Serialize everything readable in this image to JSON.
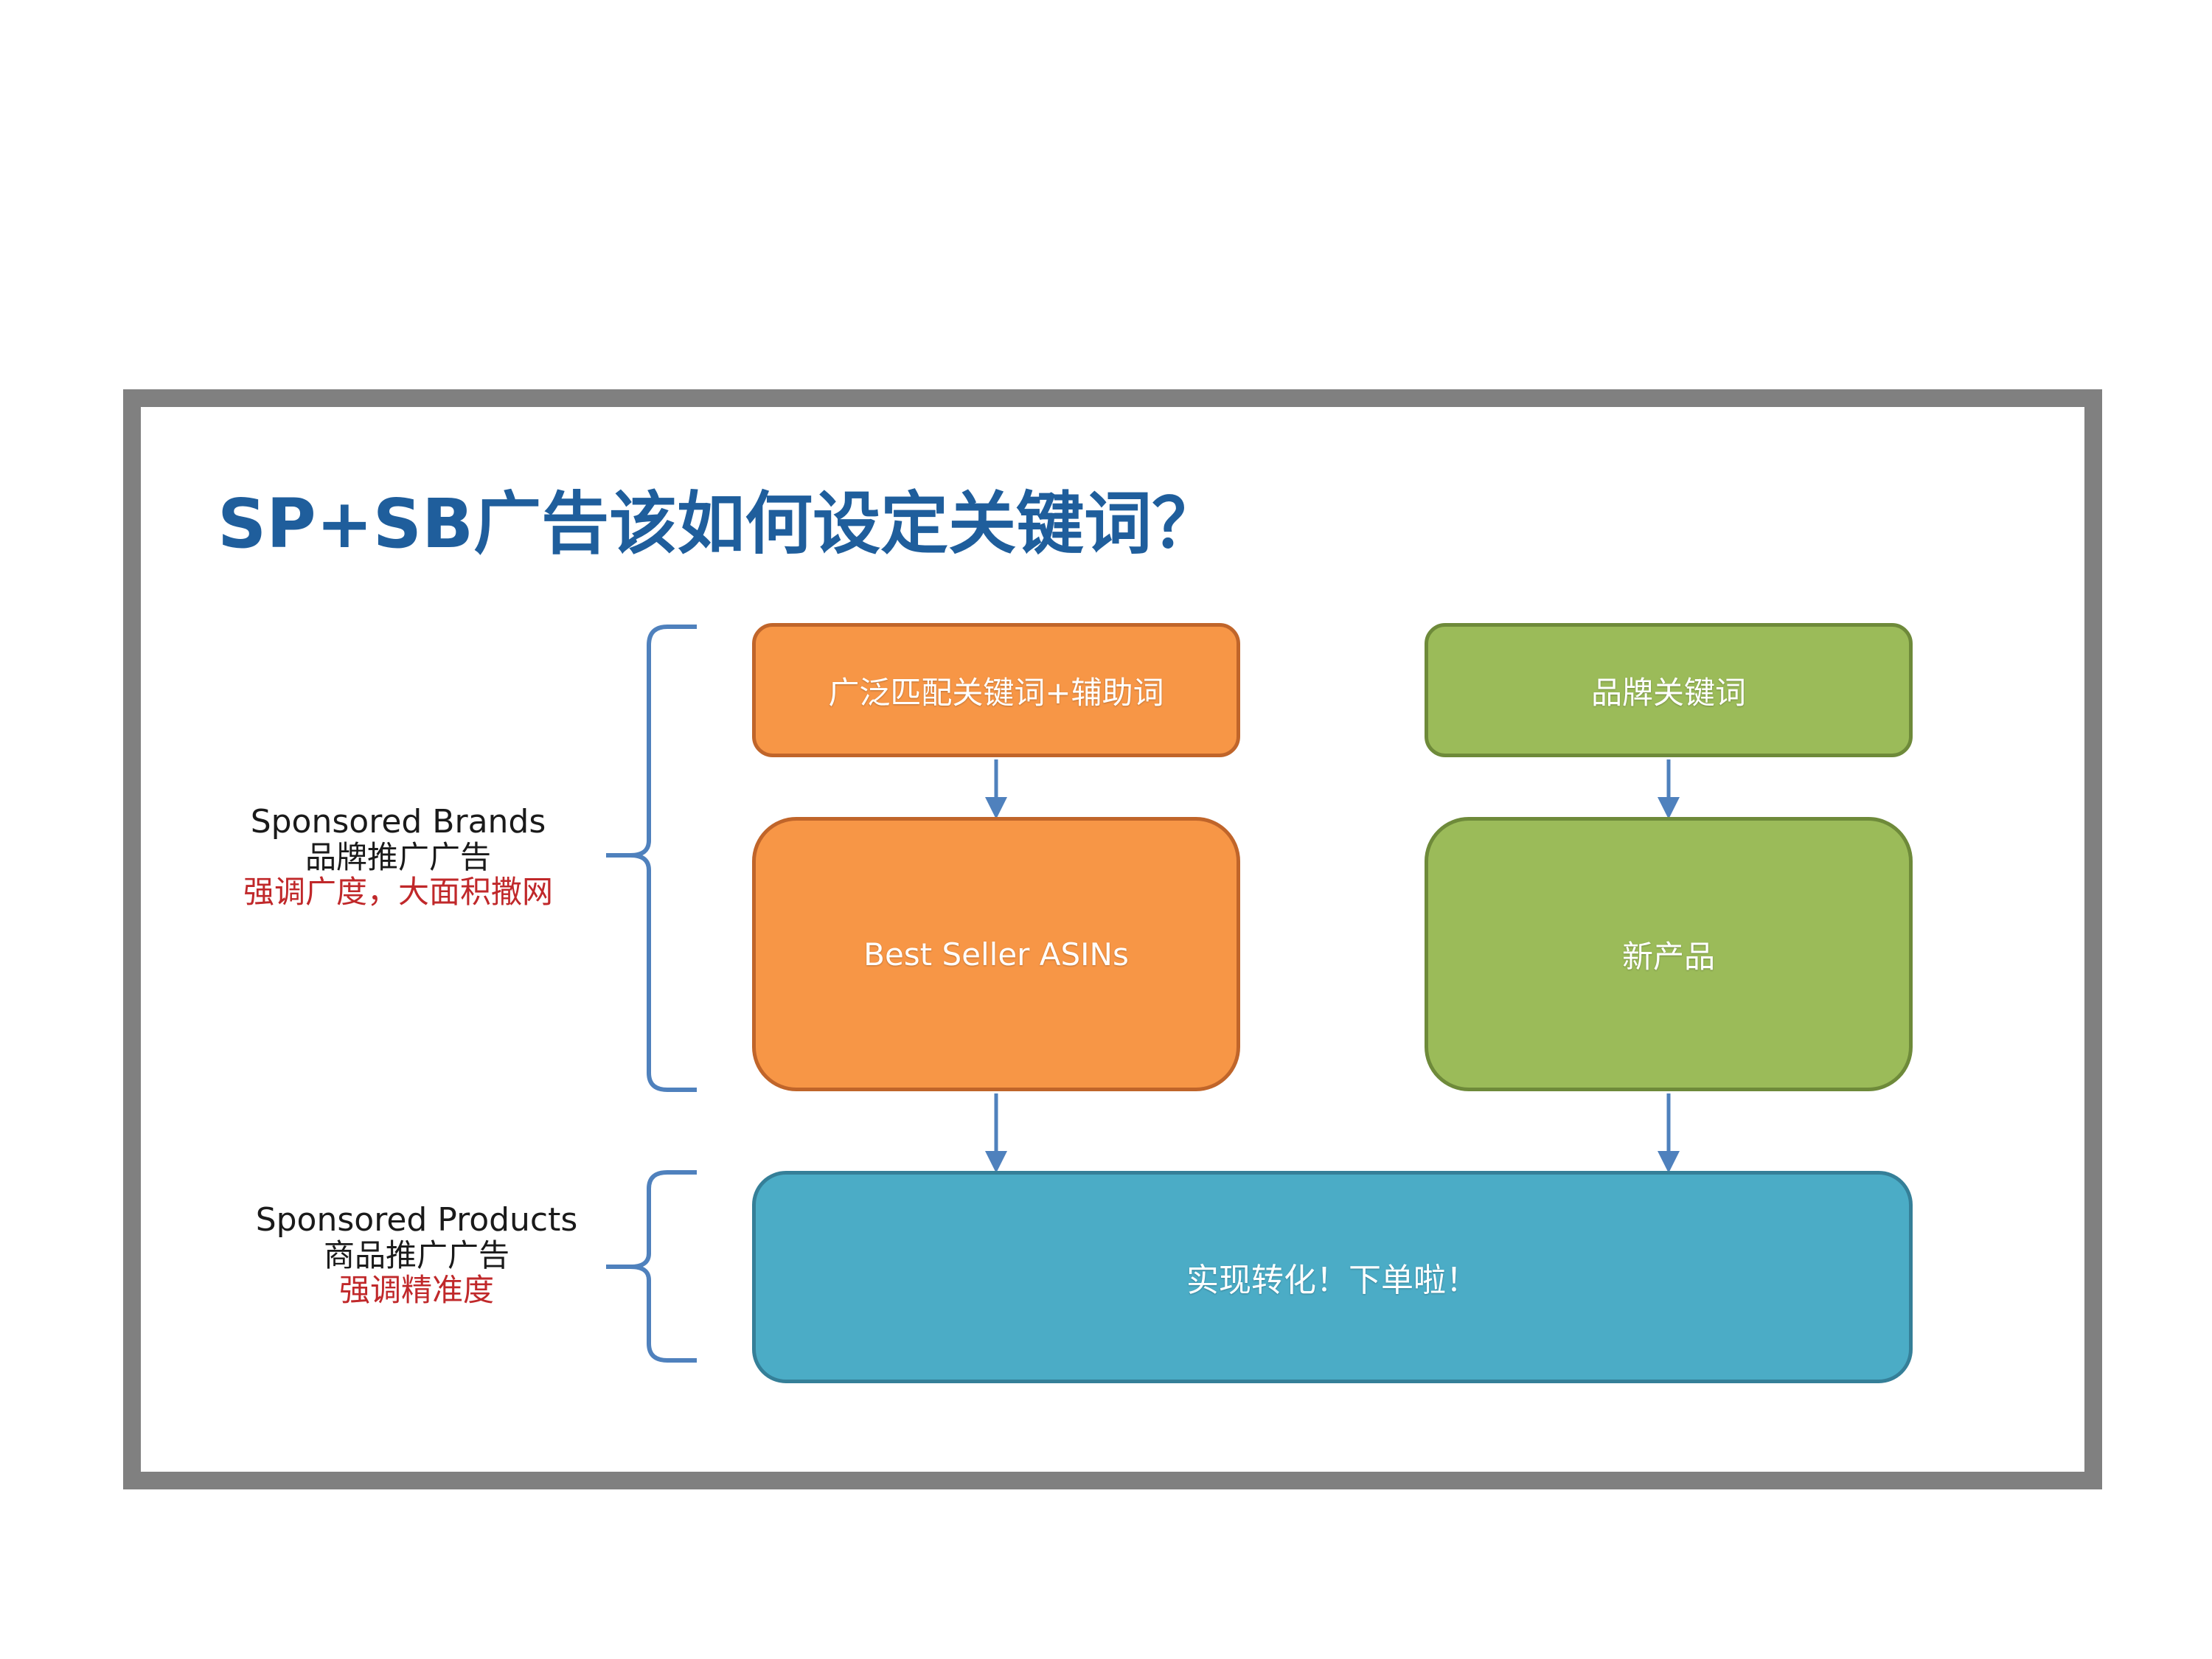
{
  "title": "SP+SB广告该如何设定关键词？",
  "left_labels": {
    "sponsored_brands": {
      "en": "Sponsored Brands",
      "cn": "品牌推广广告",
      "emphasis": "强调广度，大面积撒网"
    },
    "sponsored_products": {
      "en": "Sponsored Products",
      "cn": "商品推广广告",
      "emphasis": "强调精准度"
    }
  },
  "boxes": {
    "broad_match": "广泛匹配关键词+辅助词",
    "brand_keywords": "品牌关键词",
    "best_seller": "Best Seller ASINs",
    "new_products": "新产品",
    "conversion": "实现转化！下单啦！"
  },
  "colors": {
    "title": "#1f5e9c",
    "orange": "#f79646",
    "green": "#9bbb59",
    "blue": "#4bacc6",
    "bracket": "#4f81bd",
    "arrow": "#4f81bd",
    "emphasis": "#c0282a",
    "frame": "#808080"
  }
}
